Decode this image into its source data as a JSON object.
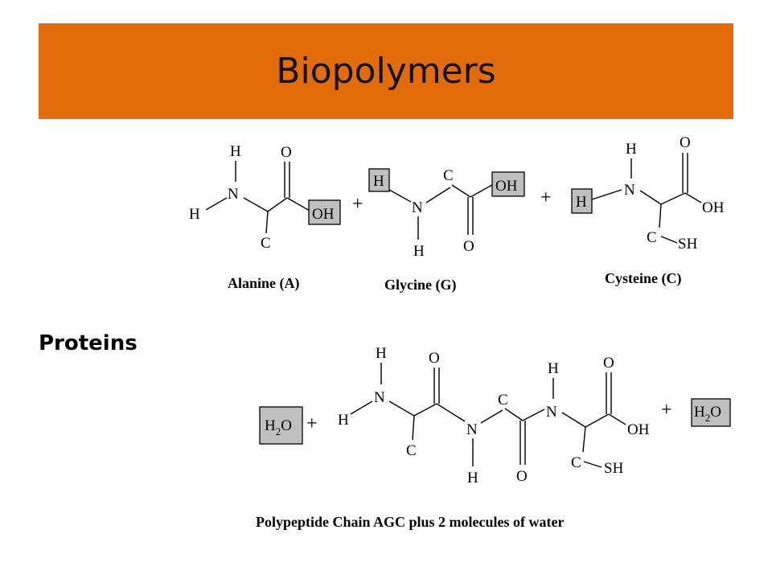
{
  "slide": {
    "title": "Biopolymers",
    "section_label": "Proteins"
  },
  "diagram": {
    "reactants": [
      {
        "name": "Alanine (A)"
      },
      {
        "name": "Glycine (G)"
      },
      {
        "name": "Cysteine (C)"
      }
    ],
    "product_caption": "Polypeptide Chain AGC plus 2 molecules of water",
    "atoms": {
      "h": "H",
      "n": "N",
      "c": "C",
      "o": "O",
      "oh": "OH",
      "sh": "SH",
      "water_h": "H",
      "water_sub": "2",
      "water_o": "O",
      "plus": "+"
    }
  }
}
